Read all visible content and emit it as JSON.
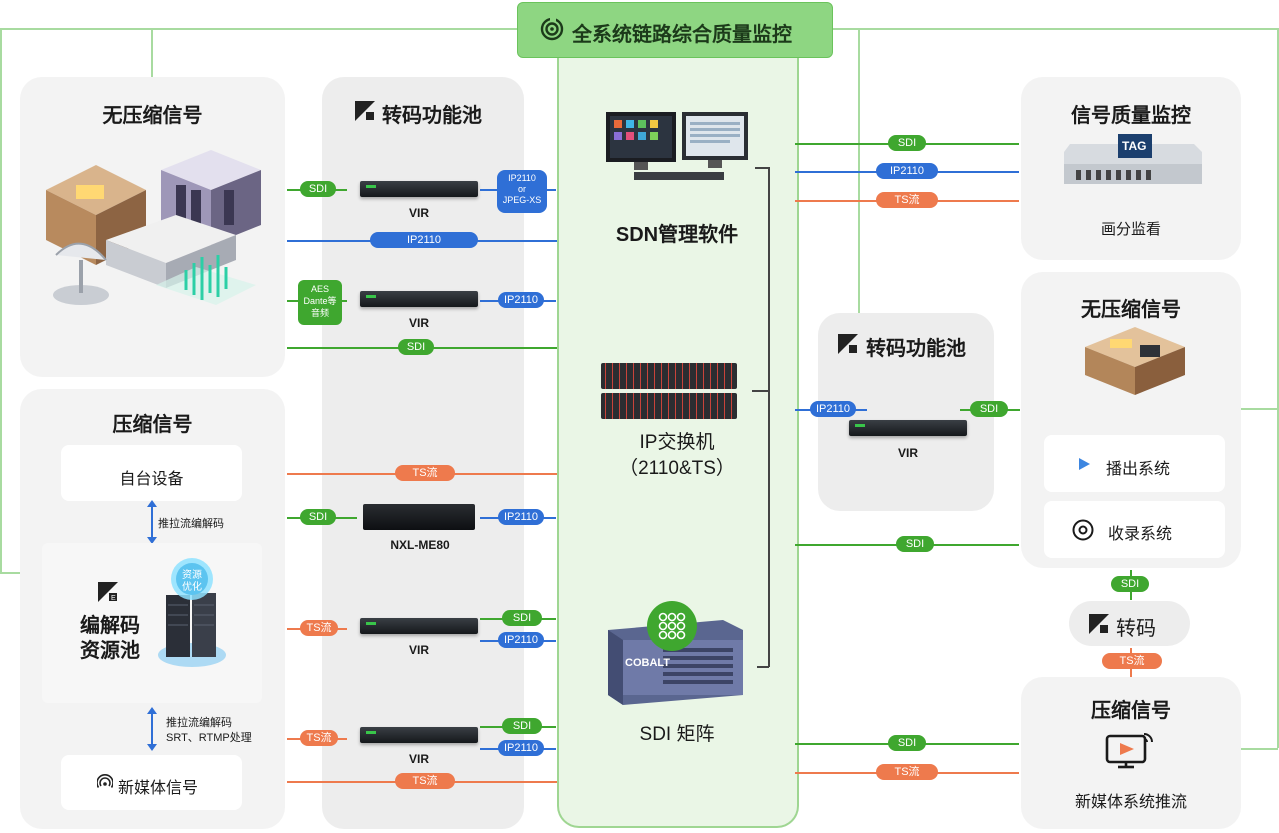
{
  "title": "全系统链路综合质量监控",
  "icons": {
    "title": "signal-swirl-icon",
    "transcode": "transcode-grid-icon",
    "play": "play-triangle-icon",
    "record": "disc-record-icon",
    "newmedia": "broadcast-signal-icon",
    "stream": "screen-stream-icon",
    "matrix_badge": "dot-grid-icon"
  },
  "colors": {
    "sdi": "#3fa72f",
    "ip": "#2f6fd6",
    "ts": "#ee7a4d",
    "title_bg": "#8ed682"
  },
  "left": {
    "uncompressed_title": "无压缩信号",
    "compressed_title": "压缩信号",
    "self_device": "自台设备",
    "push_pull_1": "推拉流编解码",
    "codec_pool_line1": "编解码",
    "codec_pool_line2": "资源池",
    "resource_badge_line1": "资源",
    "resource_badge_line2": "优化",
    "push_pull_2_line1": "推拉流编解码",
    "push_pull_2_line2": "SRT、RTMP处理",
    "new_media": "新媒体信号"
  },
  "pool_left": {
    "title": "转码功能池",
    "vir1": "VIR",
    "vir2": "VIR",
    "nxl": "NXL-ME80",
    "vir3": "VIR",
    "vir4": "VIR",
    "aes_line1": "AES",
    "aes_line2": "Dante等",
    "aes_line3": "音频",
    "ip_or_line1": "IP2110",
    "ip_or_line2": "or",
    "ip_or_line3": "JPEG-XS"
  },
  "center": {
    "sdn": "SDN管理软件",
    "ip_switch_line1": "IP交换机",
    "ip_switch_line2": "（2110&TS）",
    "sdi_matrix": "SDI 矩阵",
    "cobalt_mark": "COBALT"
  },
  "pool_right": {
    "title": "转码功能池",
    "vir": "VIR"
  },
  "right": {
    "monitor_title": "信号质量监控",
    "tag_mark": "TAG",
    "split_view": "画分监看",
    "uncompressed_title": "无压缩信号",
    "playout": "播出系统",
    "recording": "收录系统",
    "transcode": "转码",
    "compressed_title": "压缩信号",
    "new_media_push": "新媒体系统推流"
  },
  "pills": {
    "sdi": "SDI",
    "ip2110": "IP2110",
    "ts": "TS流"
  }
}
